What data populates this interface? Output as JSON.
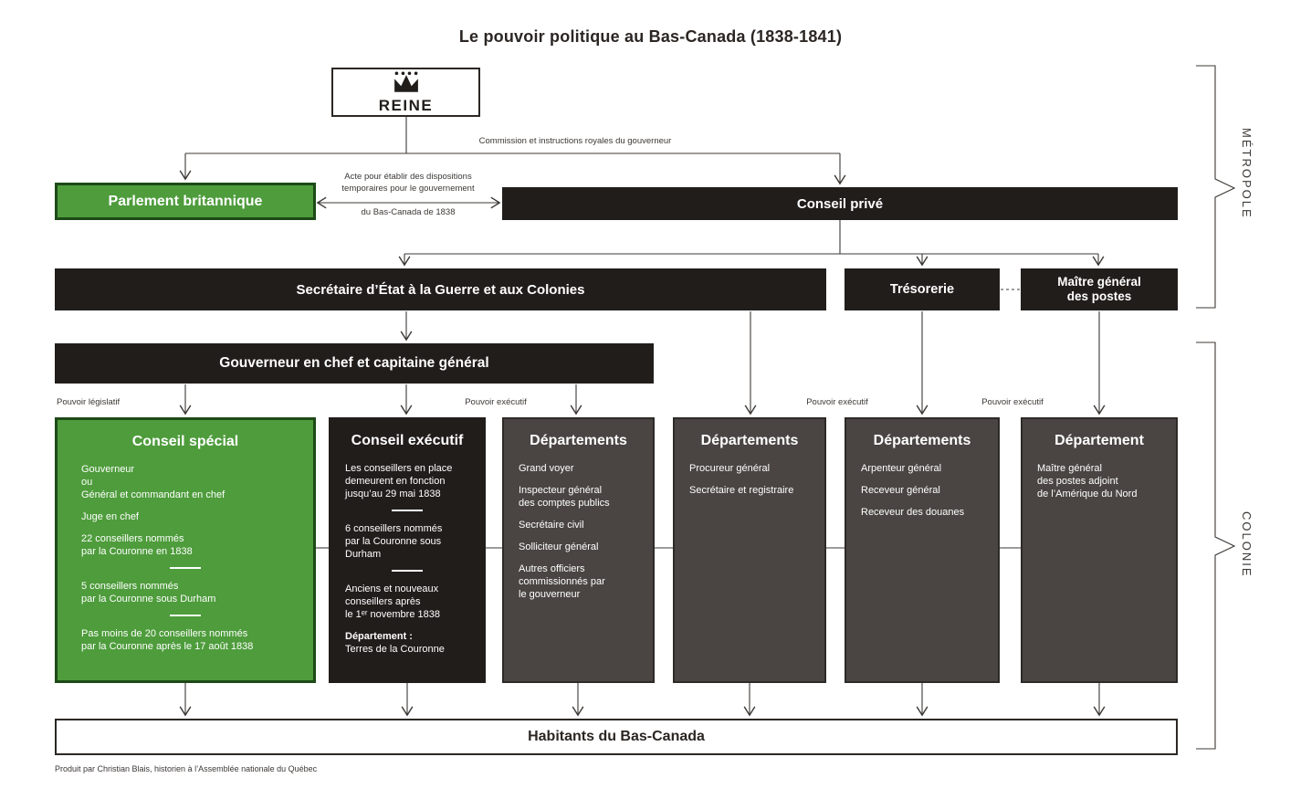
{
  "title": "Le pouvoir politique au Bas-Canada (1838-1841)",
  "colors": {
    "green": "#4e9c3c",
    "green_border": "#1d4a17",
    "dark": "#211d1b",
    "gray": "#4a4542",
    "line": "#3c3835"
  },
  "nodes": {
    "reine": "REINE",
    "parlement": "Parlement britannique",
    "conseil_prive": "Conseil privé",
    "secretaire": "Secrétaire d’État à la Guerre et aux Colonies",
    "tresorerie": "Trésorerie",
    "maitre_postes": "Maître général\ndes postes",
    "gouverneur": "Gouverneur en chef et capitaine général",
    "habitants": "Habitants du Bas-Canada"
  },
  "edge_labels": {
    "commission": "Commission et instructions royales du gouverneur",
    "acte_line1": "Acte pour établir des dispositions",
    "acte_line2": "temporaires pour le gouvernement",
    "acte_line3": "du Bas-Canada de 1838",
    "pouvoir_legislatif": "Pouvoir législatif",
    "pouvoir_executif": "Pouvoir exécutif"
  },
  "side_labels": {
    "metropole": "MÉTROPOLE",
    "colonie": "COLONIE"
  },
  "columns": [
    {
      "title": "Conseil spécial",
      "variant": "green",
      "blocks": [
        {
          "text": "Gouverneur\nou\nGénéral et commandant en chef"
        },
        {
          "text": "Juge en chef"
        },
        {
          "text": "22 conseillers nommés\npar la Couronne en 1838"
        },
        {
          "divider": true
        },
        {
          "text": "5 conseillers nommés\npar la Couronne sous Durham"
        },
        {
          "divider": true
        },
        {
          "text": "Pas moins de 20 conseillers nommés\npar la Couronne après le 17 août 1838"
        }
      ]
    },
    {
      "title": "Conseil exécutif",
      "variant": "dark",
      "blocks": [
        {
          "text": "Les conseillers en place\ndemeurent en fonction\njusqu’au 29 mai 1838"
        },
        {
          "divider": true
        },
        {
          "text": "6 conseillers nommés\npar la Couronne sous\nDurham"
        },
        {
          "divider": true
        },
        {
          "text": "Anciens et nouveaux\nconseillers après\nle 1ᵉʳ novembre 1838"
        },
        {
          "bold": "Département :",
          "text": "Terres de la Couronne"
        }
      ]
    },
    {
      "title": "Départements",
      "variant": "gray",
      "blocks": [
        {
          "text": "Grand voyer"
        },
        {
          "text": "Inspecteur général\ndes comptes publics"
        },
        {
          "text": "Secrétaire civil"
        },
        {
          "text": "Solliciteur général"
        },
        {
          "text": "Autres officiers\ncommissionnés par\nle gouverneur"
        }
      ]
    },
    {
      "title": "Départements",
      "variant": "gray",
      "blocks": [
        {
          "text": "Procureur général"
        },
        {
          "text": "Secrétaire et registraire"
        }
      ]
    },
    {
      "title": "Départements",
      "variant": "gray",
      "blocks": [
        {
          "text": "Arpenteur général"
        },
        {
          "text": "Receveur général"
        },
        {
          "text": "Receveur des douanes"
        }
      ]
    },
    {
      "title": "Département",
      "variant": "gray",
      "blocks": [
        {
          "text": "Maître général\ndes postes adjoint\nde l’Amérique du Nord"
        }
      ]
    }
  ],
  "footer": "Produit par Christian Blais, historien à l’Assemblée nationale du Québec"
}
